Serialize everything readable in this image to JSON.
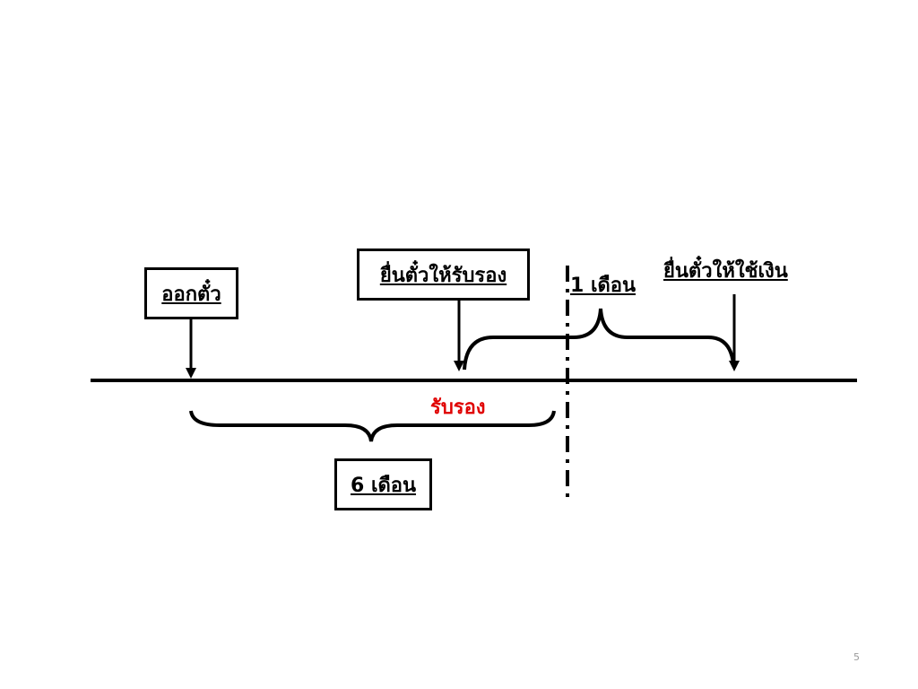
{
  "diagram": {
    "labels": {
      "issue": "ออกตั๋ว",
      "present_for_acceptance": "ยื่นตั๋วให้รับรอง",
      "present_for_payment": "ยื่นตั๋วให้ใช้เงิน",
      "one_month": "1 เดือน",
      "accept": "รับรอง",
      "six_months": "6 เดือน"
    },
    "colors": {
      "line": "#000000",
      "accent": "#e00000"
    }
  },
  "page_number": "5"
}
